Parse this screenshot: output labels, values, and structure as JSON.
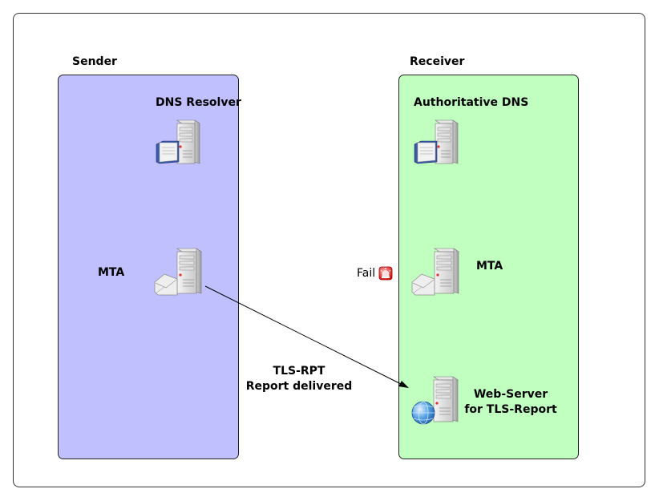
{
  "colors": {
    "sender_fill": "#c0c0fe",
    "receiver_fill": "#c0ffc0",
    "border": "#222222"
  },
  "sender": {
    "title": "Sender",
    "dns_label": "DNS Resolver",
    "mta_label": "MTA"
  },
  "receiver": {
    "title": "Receiver",
    "dns_label": "Authoritative DNS",
    "mta_label": "MTA",
    "web_label_line1": "Web-Server",
    "web_label_line2": "for TLS-Report"
  },
  "status": {
    "fail_label": "Fail"
  },
  "flow": {
    "label_line1": "TLS-RPT",
    "label_line2": "Report delivered"
  },
  "icons": {
    "sender_dns": "dns-server-icon",
    "sender_mta": "mail-server-icon",
    "receiver_dns": "dns-server-icon",
    "receiver_mta": "mail-server-icon",
    "receiver_web": "web-server-icon",
    "fail": "alarm-icon"
  }
}
